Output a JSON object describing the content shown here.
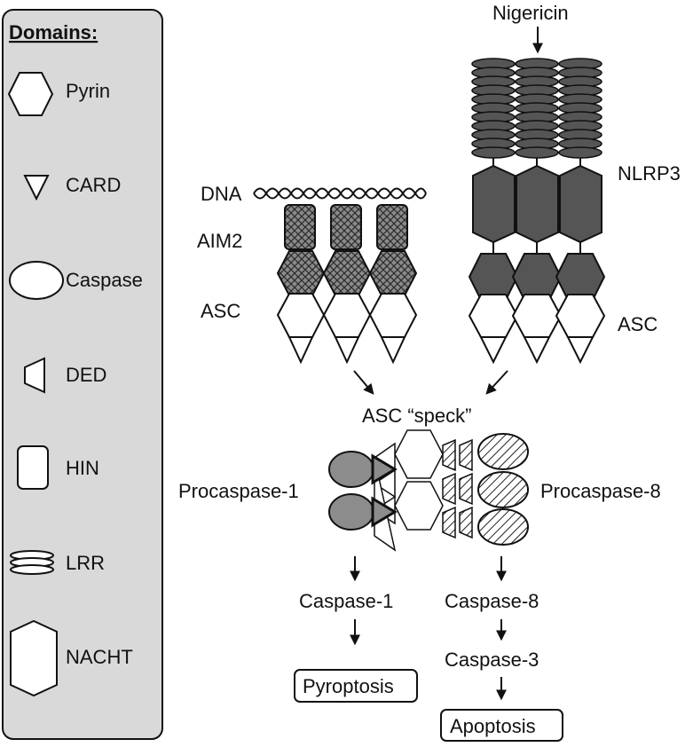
{
  "legend": {
    "title": "Domains:",
    "items": [
      {
        "label": "Pyrin",
        "icon": "hexagon-icon"
      },
      {
        "label": "CARD",
        "icon": "triangle-icon"
      },
      {
        "label": "Caspase",
        "icon": "ellipse-icon"
      },
      {
        "label": "DED",
        "icon": "trapezoid-icon"
      },
      {
        "label": "HIN",
        "icon": "rounded-rect-icon"
      },
      {
        "label": "LRR",
        "icon": "stacked-ellipses-icon"
      },
      {
        "label": "NACHT",
        "icon": "tall-hexagon-icon"
      }
    ]
  },
  "labels": {
    "nigericin": "Nigericin",
    "nlrp3": "NLRP3",
    "dna": "DNA",
    "aim2": "AIM2",
    "asc_left": "ASC",
    "asc_right": "ASC",
    "asc_speck": "ASC  “speck”",
    "procaspase1": "Procaspase-1",
    "procaspase8": "Procaspase-8",
    "caspase1": "Caspase-1",
    "caspase8": "Caspase-8",
    "caspase3": "Caspase-3",
    "pyroptosis": "Pyroptosis",
    "apoptosis": "Apoptosis"
  },
  "colors": {
    "legend_bg": "#d9d9d9",
    "dark_domain": "#555555",
    "procaspase1_fill": "#8c8c8c",
    "outline": "#111111"
  }
}
